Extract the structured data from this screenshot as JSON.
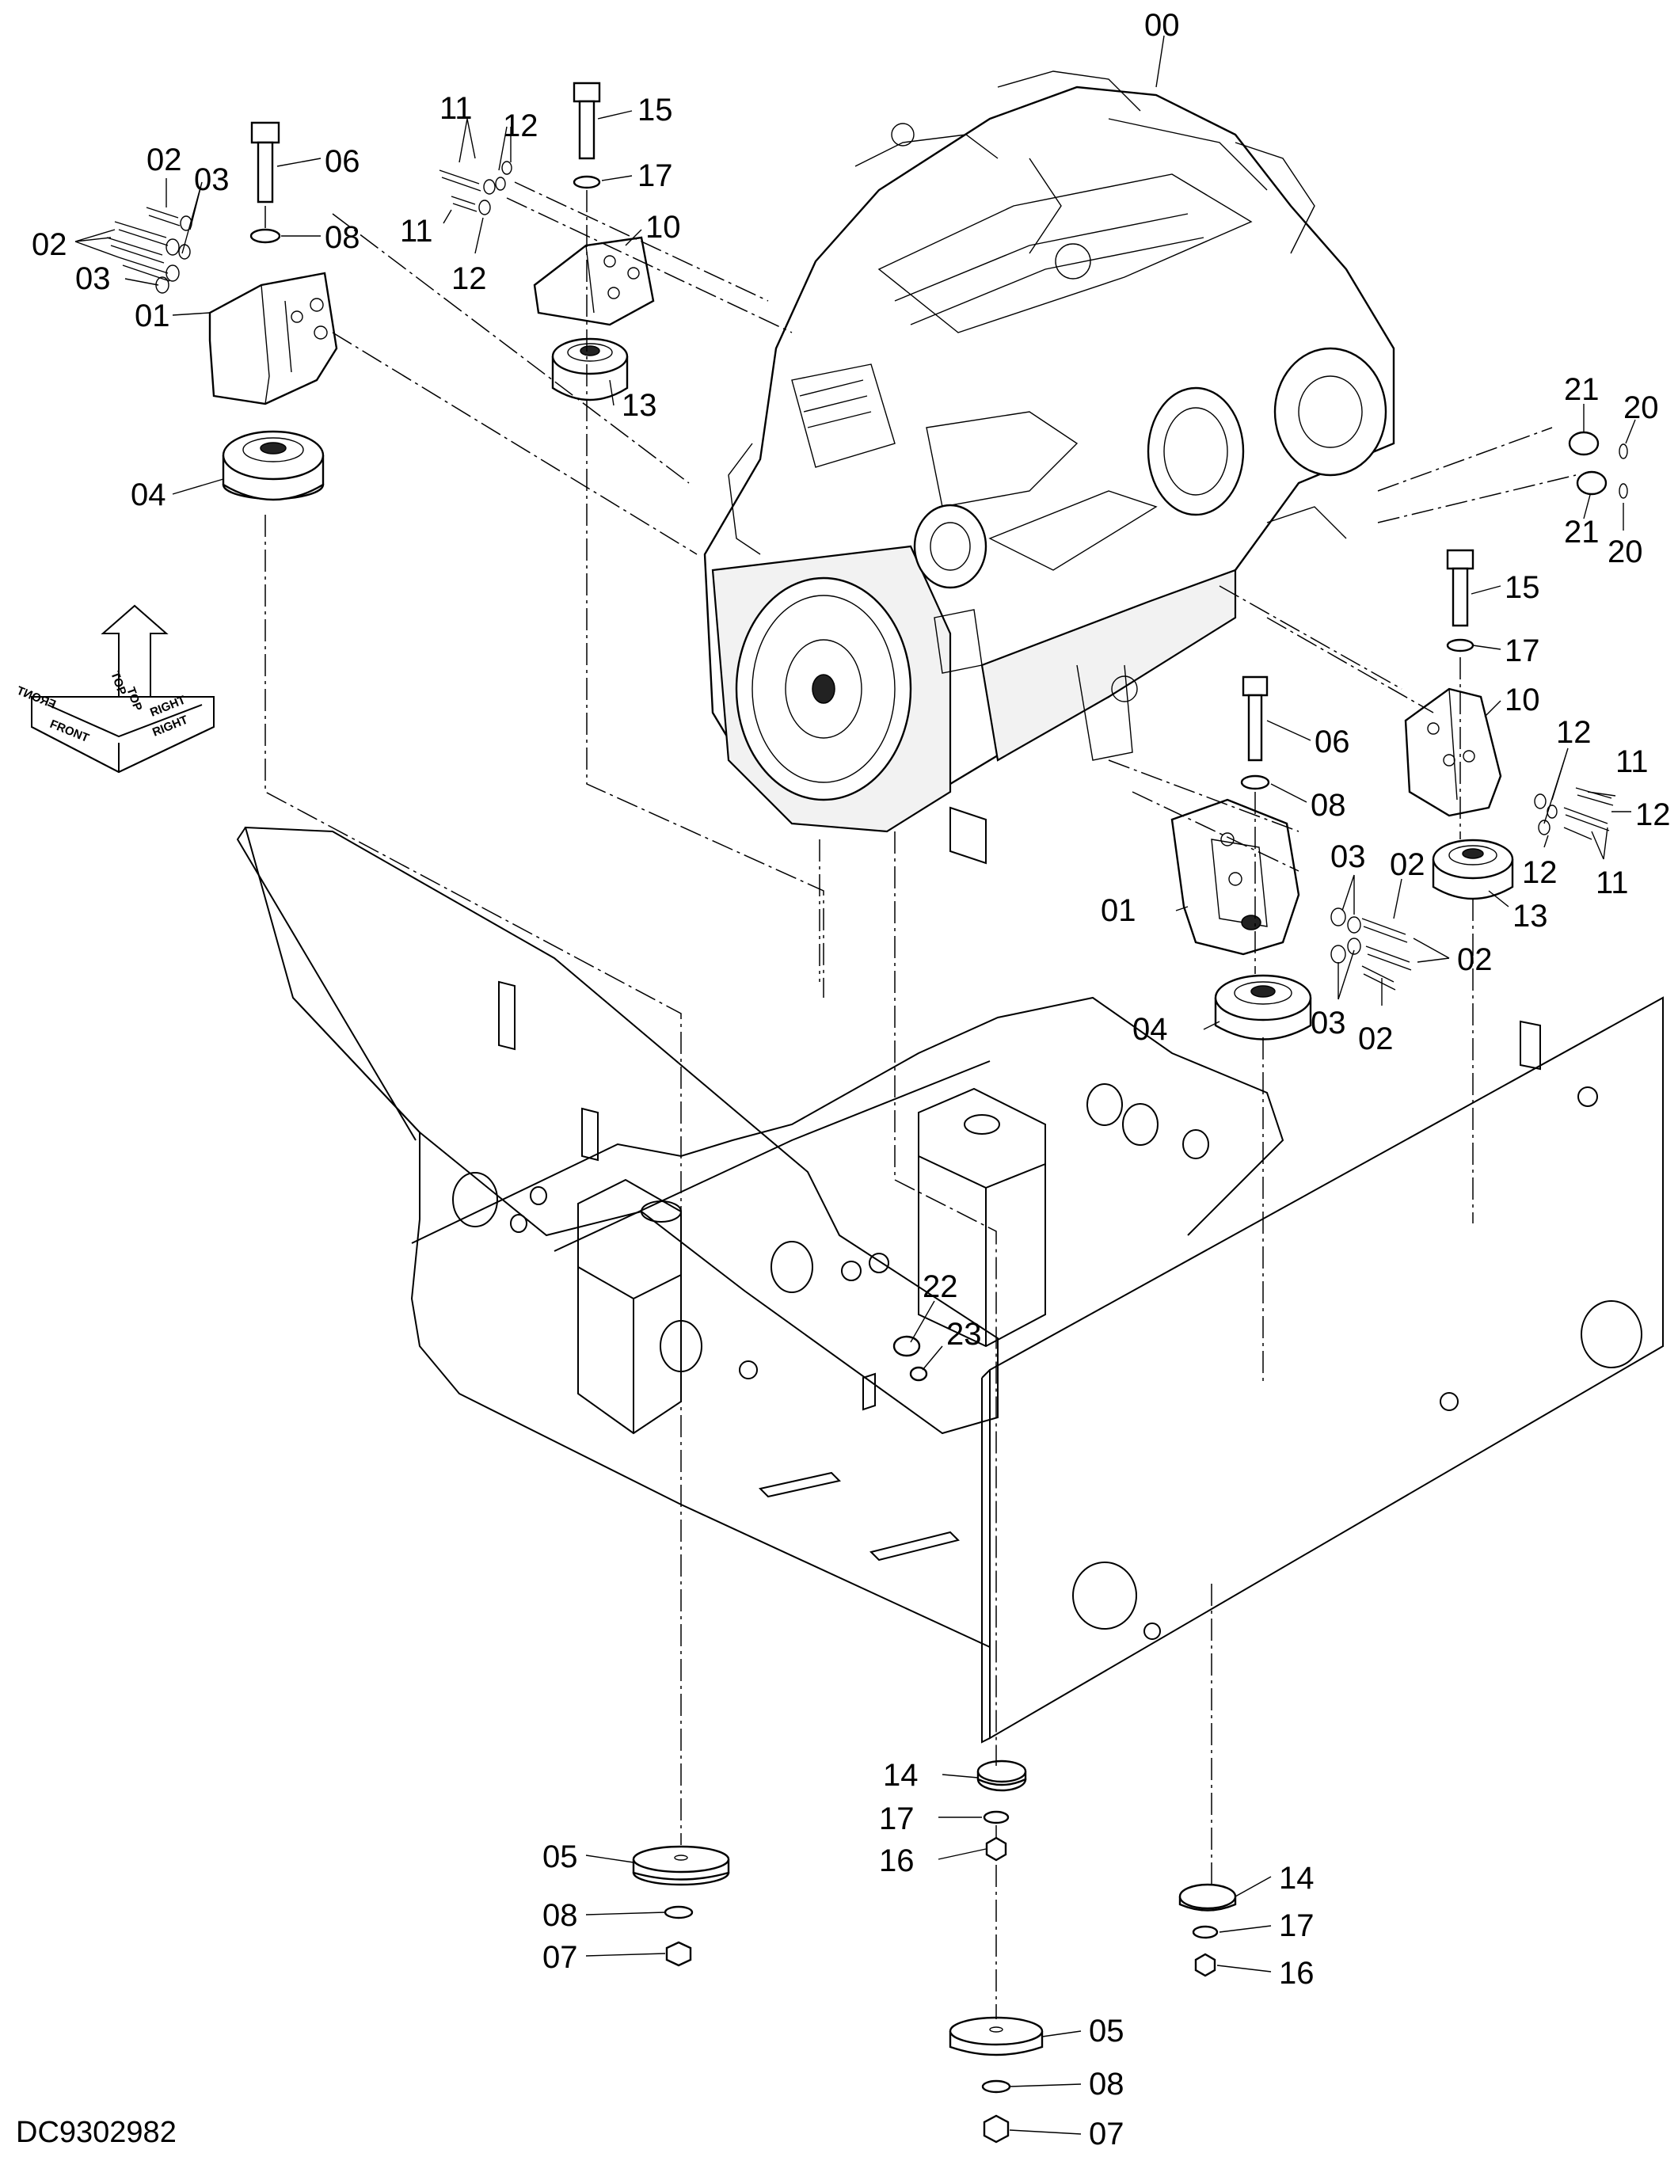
{
  "diagram_code": "DC9302982",
  "orientation_arrow": {
    "front": "FRONT",
    "top": "TOP",
    "right": "RIGHT",
    "front_mirror": "FRONT",
    "top_mirror": "TOP",
    "right_mirror": "RIGHT"
  },
  "callouts": [
    {
      "id": "c00",
      "text": "00"
    },
    {
      "id": "c15a",
      "text": "15"
    },
    {
      "id": "c17a",
      "text": "17"
    },
    {
      "id": "c11a",
      "text": "11"
    },
    {
      "id": "c12a",
      "text": "12"
    },
    {
      "id": "c11b",
      "text": "11"
    },
    {
      "id": "c12b",
      "text": "12"
    },
    {
      "id": "c10a",
      "text": "10"
    },
    {
      "id": "c13a",
      "text": "13"
    },
    {
      "id": "c02a",
      "text": "02"
    },
    {
      "id": "c03a",
      "text": "03"
    },
    {
      "id": "c02b",
      "text": "02"
    },
    {
      "id": "c03b",
      "text": "03"
    },
    {
      "id": "c06a",
      "text": "06"
    },
    {
      "id": "c08a",
      "text": "08"
    },
    {
      "id": "c01a",
      "text": "01"
    },
    {
      "id": "c04a",
      "text": "04"
    },
    {
      "id": "c21a",
      "text": "21"
    },
    {
      "id": "c20a",
      "text": "20"
    },
    {
      "id": "c21b",
      "text": "21"
    },
    {
      "id": "c20b",
      "text": "20"
    },
    {
      "id": "c15b",
      "text": "15"
    },
    {
      "id": "c17b",
      "text": "17"
    },
    {
      "id": "c10b",
      "text": "10"
    },
    {
      "id": "c12c",
      "text": "12"
    },
    {
      "id": "c11c",
      "text": "11"
    },
    {
      "id": "c12d",
      "text": "12"
    },
    {
      "id": "c12e",
      "text": "12"
    },
    {
      "id": "c11d",
      "text": "11"
    },
    {
      "id": "c13b",
      "text": "13"
    },
    {
      "id": "c06b",
      "text": "06"
    },
    {
      "id": "c08b",
      "text": "08"
    },
    {
      "id": "c03c",
      "text": "03"
    },
    {
      "id": "c02c",
      "text": "02"
    },
    {
      "id": "c01b",
      "text": "01"
    },
    {
      "id": "c02d",
      "text": "02"
    },
    {
      "id": "c04b",
      "text": "04"
    },
    {
      "id": "c03d",
      "text": "03"
    },
    {
      "id": "c02e",
      "text": "02"
    },
    {
      "id": "c22",
      "text": "22"
    },
    {
      "id": "c23",
      "text": "23"
    },
    {
      "id": "c14a",
      "text": "14"
    },
    {
      "id": "c17c",
      "text": "17"
    },
    {
      "id": "c16a",
      "text": "16"
    },
    {
      "id": "c05a",
      "text": "05"
    },
    {
      "id": "c08c",
      "text": "08"
    },
    {
      "id": "c07a",
      "text": "07"
    },
    {
      "id": "c14b",
      "text": "14"
    },
    {
      "id": "c17d",
      "text": "17"
    },
    {
      "id": "c16b",
      "text": "16"
    },
    {
      "id": "c05b",
      "text": "05"
    },
    {
      "id": "c08d",
      "text": "08"
    },
    {
      "id": "c07b",
      "text": "07"
    }
  ]
}
